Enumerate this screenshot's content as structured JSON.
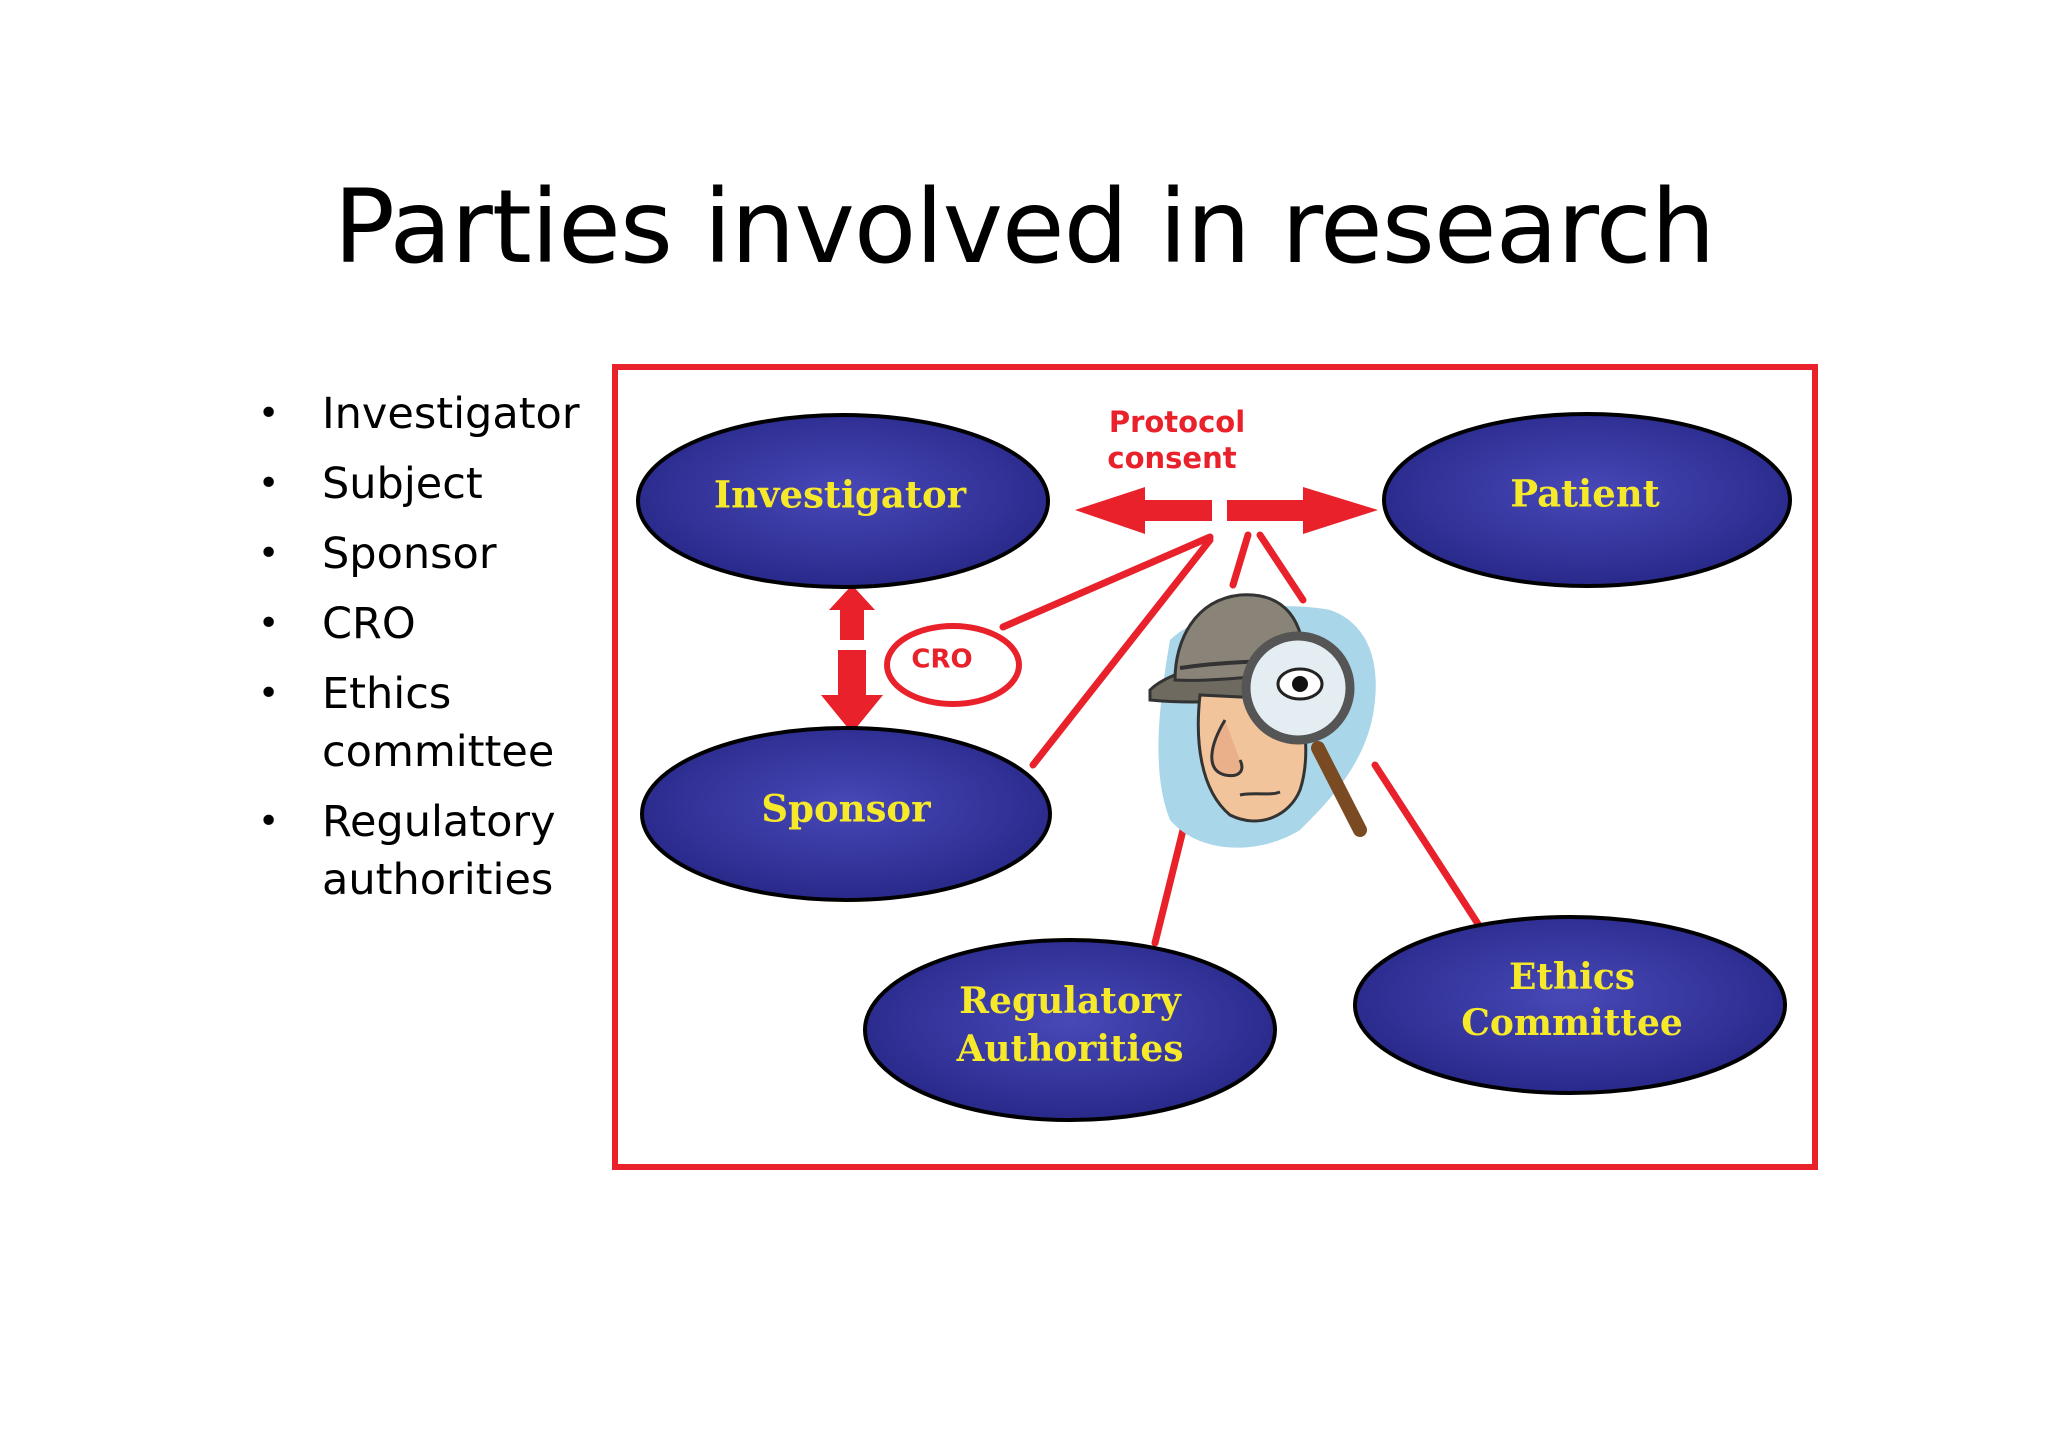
{
  "slide": {
    "title": "Parties involved in research"
  },
  "bullets": [
    {
      "text": "Investigator"
    },
    {
      "text": "Subject"
    },
    {
      "text": "Sponsor"
    },
    {
      "text": "CRO"
    },
    {
      "text": "Ethics committee"
    },
    {
      "text": "Regulatory authorities"
    }
  ],
  "diagram": {
    "nodes": {
      "investigator": "Investigator",
      "patient": "Patient",
      "sponsor": "Sponsor",
      "regulatory_line1": "Regulatory",
      "regulatory_line2": "Authorities",
      "ethics_line1": "Ethics",
      "ethics_line2": "Committee"
    },
    "cro_label": "CRO",
    "protocol_line1": "Protocol",
    "protocol_line2": "consent",
    "colors": {
      "frame": "#e8212b",
      "ellipse_fill": "#2e2e8f",
      "ellipse_text": "#f5e92a",
      "arrows": "#e8212b"
    },
    "icons": [
      "detective-with-magnifying-glass-icon"
    ]
  }
}
